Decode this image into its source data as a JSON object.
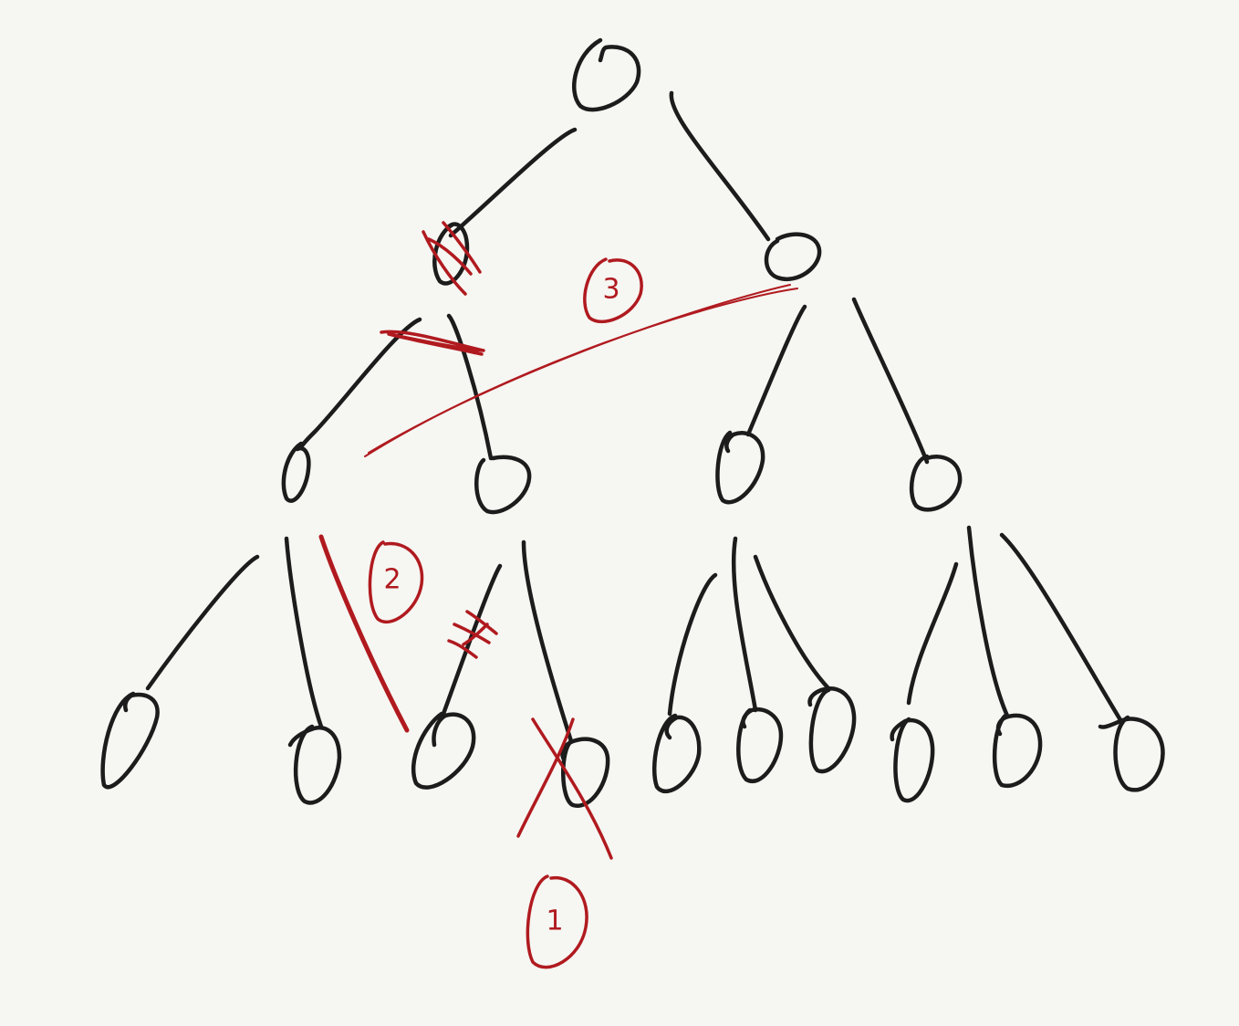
{
  "diagram": {
    "type": "hand-drawn tree",
    "ink_color": "#1c1c1c",
    "annotation_color": "#b01a1f",
    "background": "#f6f6f2",
    "levels": 4,
    "annotations": [
      {
        "id": "step-1",
        "label": "1"
      },
      {
        "id": "step-2",
        "label": "2"
      },
      {
        "id": "step-3",
        "label": "3"
      }
    ]
  }
}
